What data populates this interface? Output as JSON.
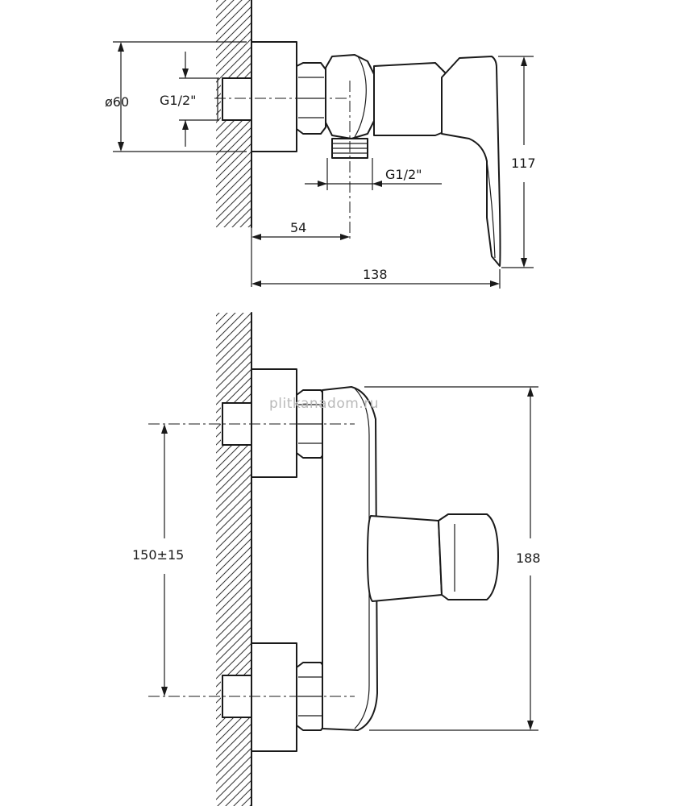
{
  "top_view": {
    "dim_diameter": "ø60",
    "dim_thread_wall": "G1/2\"",
    "dim_thread_outlet": "G1/2\"",
    "dim_outlet_offset": "54",
    "dim_total_depth": "138",
    "dim_height": "117"
  },
  "front_view": {
    "dim_center_distance": "150±15",
    "dim_total_height": "188"
  },
  "watermark": "plitkanadom.ru"
}
